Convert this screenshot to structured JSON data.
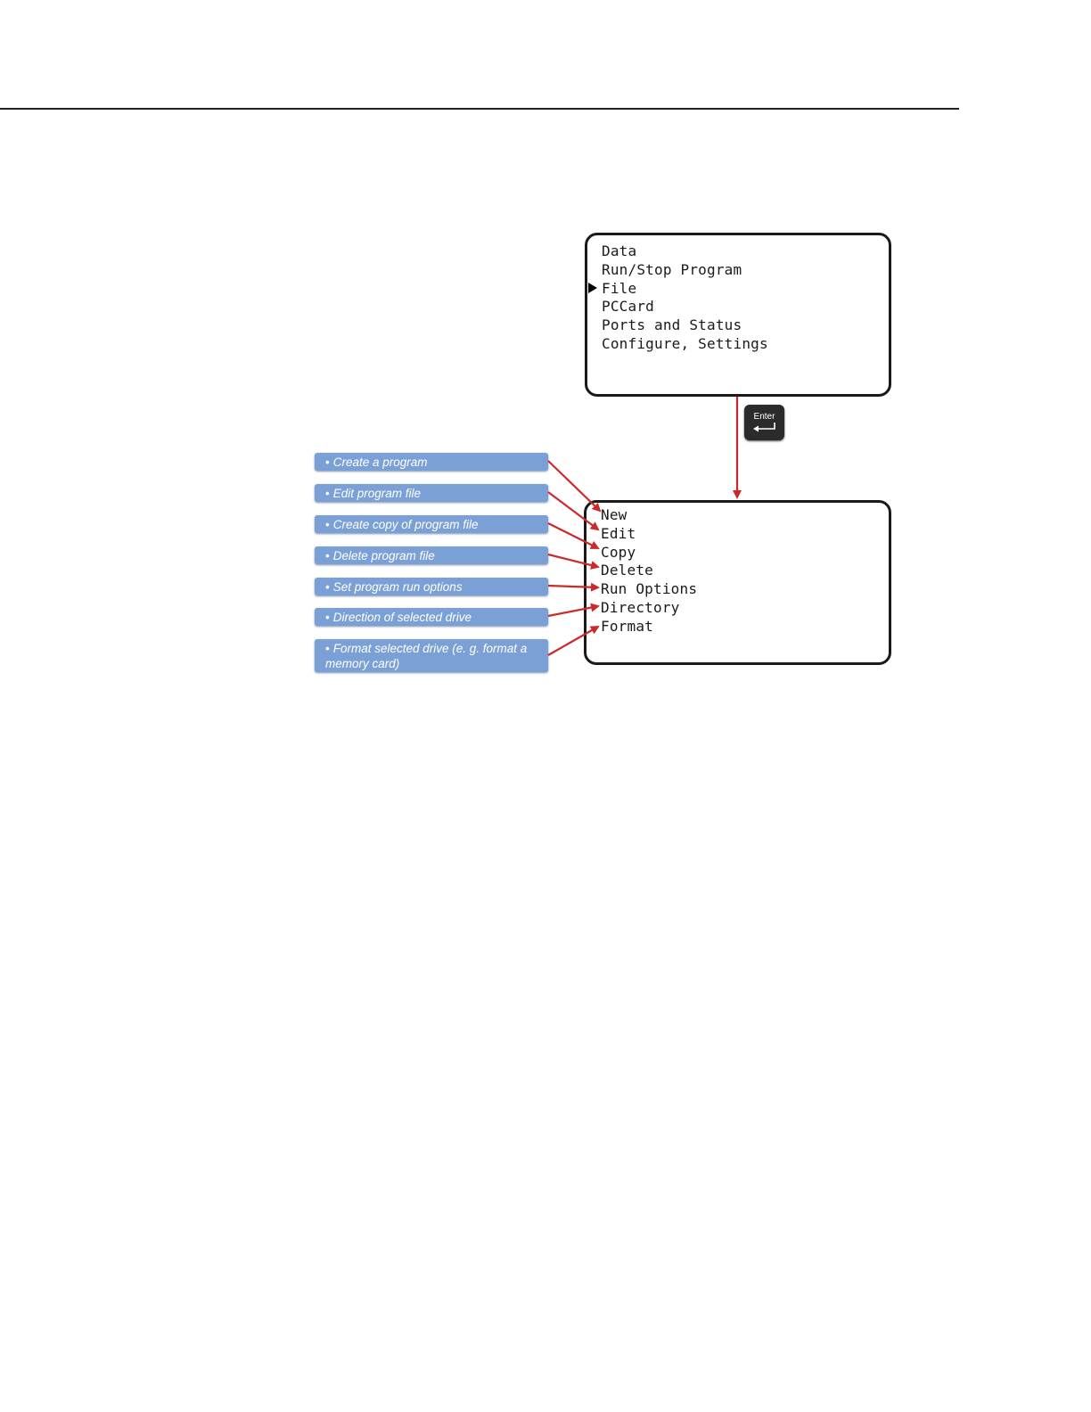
{
  "main_menu": {
    "items": [
      "Data",
      "Run/Stop Program",
      "File",
      "PCCard",
      "Ports and Status",
      "Configure, Settings"
    ],
    "selected_index": 2
  },
  "enter_key": {
    "label": "Enter",
    "icon": "return-arrow-icon"
  },
  "file_menu": {
    "items": [
      "New",
      "Edit",
      "Copy",
      "Delete",
      "Run Options",
      "Directory",
      "Format"
    ]
  },
  "callouts": [
    "Create a program",
    "Edit program file",
    "Create copy of program file",
    "Delete program file",
    "Set program run options",
    "Direction of selected drive",
    "Format selected drive (e. g. format a memory card)"
  ],
  "colors": {
    "callout_fill": "#7aa0d6",
    "arrow": "#cc2a2a",
    "lcd_border": "#1a1a1a",
    "key_fill": "#2b2b2b"
  }
}
